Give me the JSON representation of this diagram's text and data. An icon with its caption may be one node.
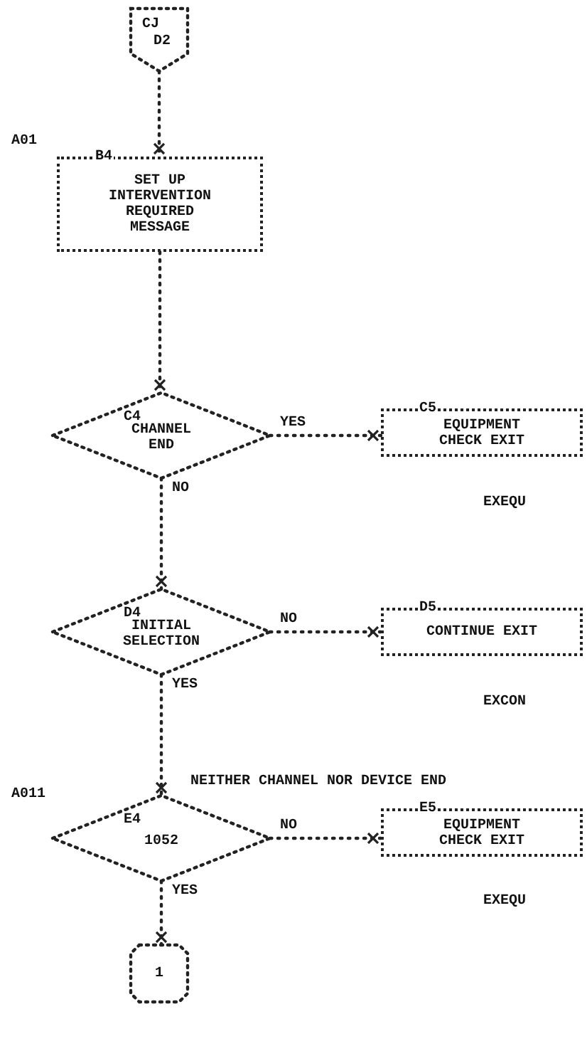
{
  "diagram": {
    "nodes": [
      {
        "text": [
          "CJ",
          "D2"
        ]
      },
      {
        "text": [
          "B4",
          "SET UP INTERVENTION REQUIRED MESSAGE"
        ],
        "beside": [
          "A01"
        ]
      },
      {
        "text": [
          "C4",
          "CHANNEL END"
        ]
      },
      {
        "text": [
          "C5",
          "EQUIPMENT CHECK EXIT"
        ],
        "beside": [
          "EXEQU"
        ]
      },
      {
        "text": [
          "D4",
          "INITIAL SELECTION"
        ]
      },
      {
        "text": [
          "D5",
          "CONTINUE EXIT"
        ],
        "beside": [
          "EXCON"
        ]
      },
      {
        "text": [
          "E4",
          "1052"
        ],
        "beside": [
          "A011"
        ]
      },
      {
        "text": [
          "E5",
          "EQUIPMENT CHECK EXIT"
        ],
        "beside": [
          "EXEQU"
        ]
      },
      {
        "text": [
          "1"
        ]
      }
    ],
    "edges": [
      {
        "from": 0,
        "to": 1,
        "arrow": "to"
      },
      {
        "from": 1,
        "to": 2,
        "arrow": "to"
      },
      {
        "from": 2,
        "to": 3,
        "label": "YES",
        "arrow": "to"
      },
      {
        "from": 2,
        "to": 4,
        "label": "NO",
        "arrow": "to"
      },
      {
        "from": 4,
        "to": 5,
        "label": "NO",
        "arrow": "to"
      },
      {
        "from": 4,
        "to": 6,
        "label": "YES",
        "arrow": "to"
      },
      {
        "from": 6,
        "to": 7,
        "label": "NO",
        "arrow": "to"
      },
      {
        "from": 6,
        "to": 8,
        "label": "YES",
        "arrow": "to"
      }
    ],
    "labels": [
      "NEITHER CHANNEL NOR DEVICE END"
    ]
  }
}
